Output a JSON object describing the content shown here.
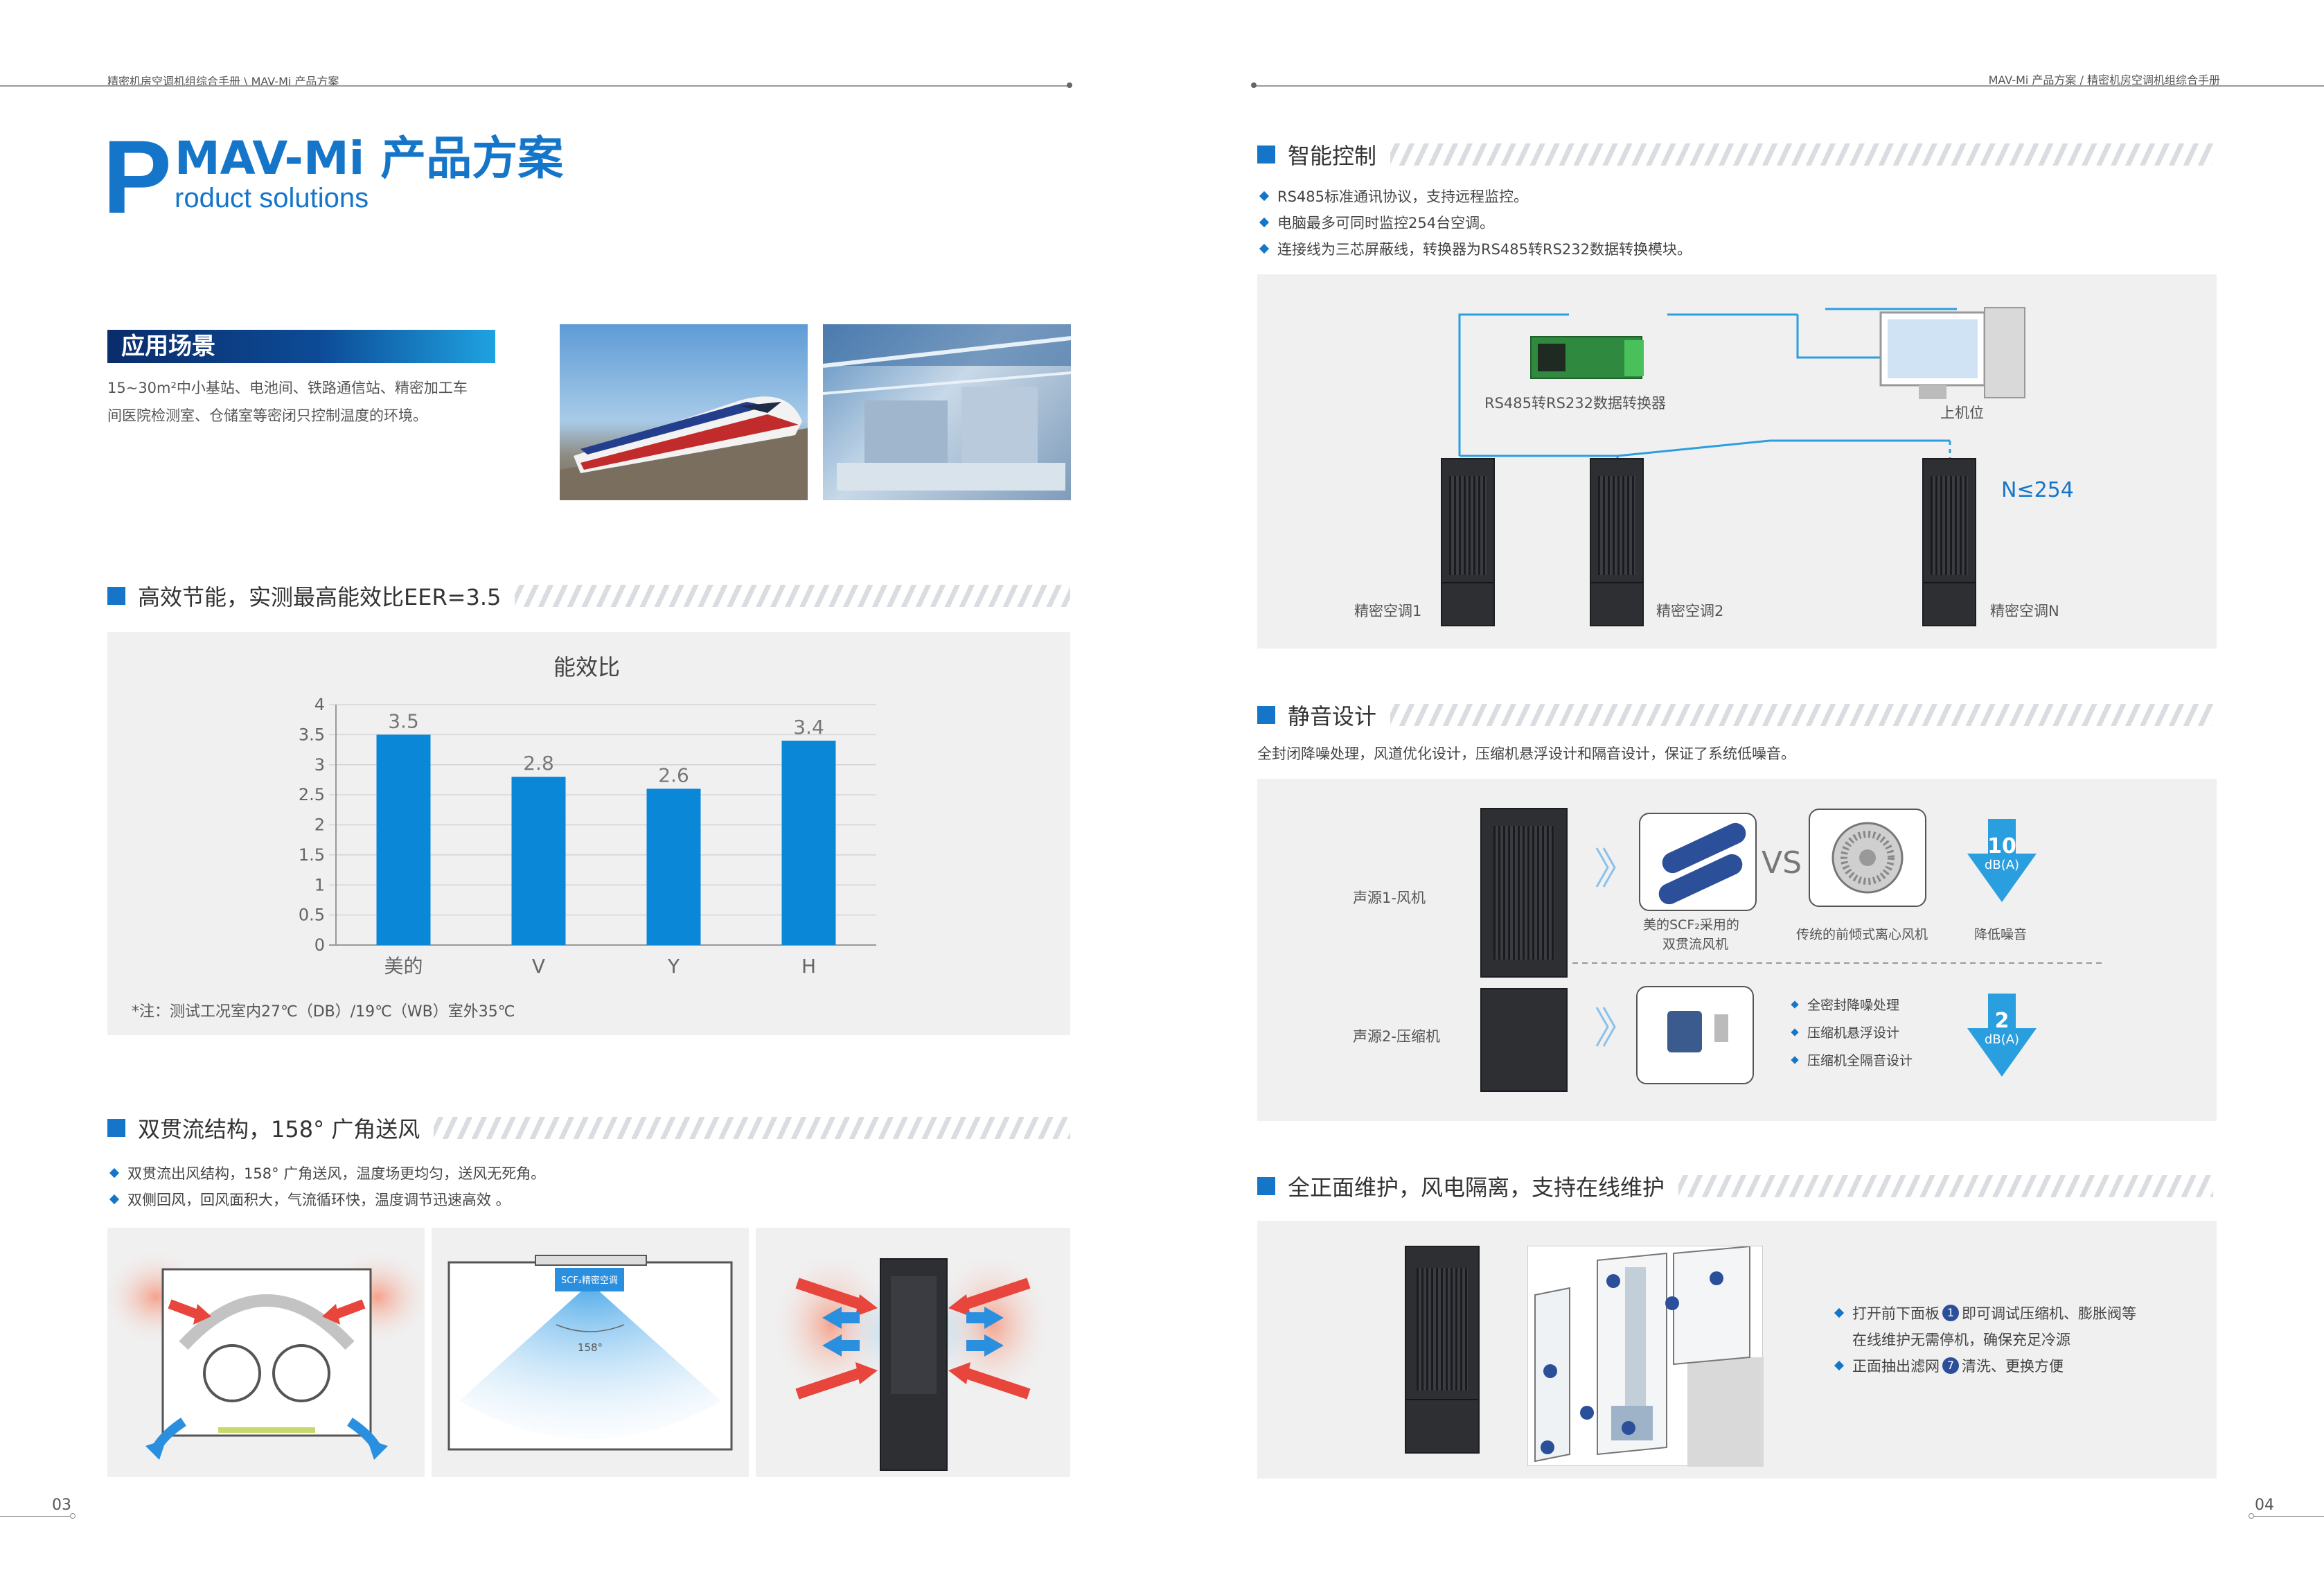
{
  "header": {
    "left_breadcrumb": "精密机房空调机组综合手册 \\ MAV-Mi 产品方案",
    "right_breadcrumb": "MAV-Mi 产品方案 / 精密机房空调机组综合手册"
  },
  "title": {
    "big_letter": "P",
    "main": "MAV-Mi 产品方案",
    "sub": "roduct solutions"
  },
  "application": {
    "heading": "应用场景",
    "text_line1": "15~30m²中小基站、电池间、铁路通信站、精密加工车",
    "text_line2": "间医院检测室、仓储室等密闭只控制温度的环境。"
  },
  "efficiency": {
    "heading": "高效节能，实测最高能效比EER=3.5",
    "note": "*注：测试工况室内27℃（DB）/19℃（WB）室外35℃"
  },
  "chart_data": {
    "type": "bar",
    "title": "能效比",
    "categories": [
      "美的",
      "V",
      "Y",
      "H"
    ],
    "values": [
      3.5,
      2.8,
      2.6,
      3.4
    ],
    "ylim": [
      0,
      4
    ],
    "yticks": [
      "0",
      "0.5",
      "1",
      "1.5",
      "2",
      "2.5",
      "3",
      "3.5",
      "4"
    ],
    "grid": true,
    "bar_color": "#0b87d8"
  },
  "airflow": {
    "heading": "双贯流结构，158° 广角送风",
    "bullet1": "双贯流出风结构，158° 广角送风，温度场更均匀，送风无死角。",
    "bullet2": "双侧回风，回风面积大，气流循环快，温度调节迅速高效 。",
    "unit_label": "SCF₂精密空调",
    "angle_label": "158°"
  },
  "smart": {
    "heading": "智能控制",
    "bullet1": "RS485标准通讯协议，支持远程监控。",
    "bullet2": "电脑最多可同时监控254台空调。",
    "bullet3": "连接线为三芯屏蔽线，转换器为RS485转RS232数据转换模块。",
    "converter_label": "RS485转RS232数据转换器",
    "host_label": "上机位",
    "count_label": "N≤254",
    "unit1": "精密空调1",
    "unit2": "精密空调2",
    "unitN": "精密空调N"
  },
  "silent": {
    "heading": "静音设计",
    "text": "全封闭降噪处理，风道优化设计，压缩机悬浮设计和隔音设计，保证了系统低噪音。",
    "source1": "声源1-风机",
    "source2": "声源2-压缩机",
    "fan_a_line1": "美的SCF₂采用的",
    "fan_a_line2": "双贯流风机",
    "vs": "VS",
    "fan_b": "传统的前倾式离心风机",
    "reduce_label": "降低噪音",
    "db1_value": "10",
    "db1_unit": "dB(A)",
    "db2_value": "2",
    "db2_unit": "dB(A)",
    "comp_b1": "全密封降噪处理",
    "comp_b2": "压缩机悬浮设计",
    "comp_b3": "压缩机全隔音设计"
  },
  "maint": {
    "heading": "全正面维护，风电隔离，支持在线维护",
    "line1_a": "打开前下面板",
    "line1_num": "1",
    "line1_b": "即可调试压缩机、膨胀阀等",
    "line2": "在线维护无需停机，确保充足冷源",
    "line3_a": "正面抽出滤网",
    "line3_num": "7",
    "line3_b": "清洗、更换方便"
  },
  "page_numbers": {
    "left": "03",
    "right": "04"
  },
  "colors": {
    "accent": "#1576c9",
    "bar": "#0b87d8",
    "panel": "#f0f0f0",
    "arrow_red": "#e8453c"
  }
}
